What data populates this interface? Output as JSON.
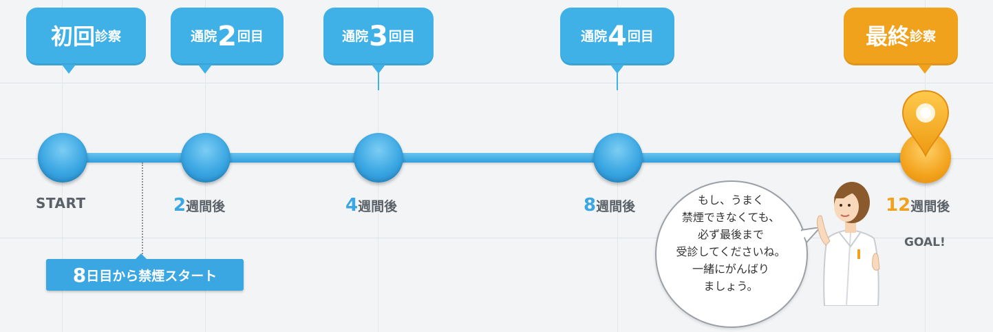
{
  "bubbles": {
    "first": {
      "big": "初回",
      "small": "診察"
    },
    "visit2": {
      "pre": "通院",
      "num": "2",
      "post": "回目"
    },
    "visit3": {
      "pre": "通院",
      "num": "3",
      "post": "回目"
    },
    "visit4": {
      "pre": "通院",
      "num": "4",
      "post": "回目"
    },
    "final": {
      "big": "最終",
      "small": "診察"
    }
  },
  "timeline": {
    "start_label": "START",
    "week2": {
      "num": "2",
      "unit": "週間後"
    },
    "week4": {
      "num": "4",
      "unit": "週間後"
    },
    "week8": {
      "num": "8",
      "unit": "週間後"
    },
    "week12": {
      "num": "12",
      "unit": "週間後"
    },
    "goal_label": "GOAL!"
  },
  "quit_note": {
    "num": "8",
    "text": "日目から禁煙スタート"
  },
  "speech": {
    "lines": [
      "もし、うまく",
      "禁煙できなくても、",
      "必ず最後まで",
      "受診してくださいね。",
      "一緒にがんばり",
      "ましょう。"
    ]
  },
  "colors": {
    "blue": "#3fb1e6",
    "orange": "#f1a21c",
    "text_gray": "#5b6168"
  },
  "icons": {
    "goal_marker": "map-pin-icon",
    "doctor": "doctor-illustration"
  }
}
